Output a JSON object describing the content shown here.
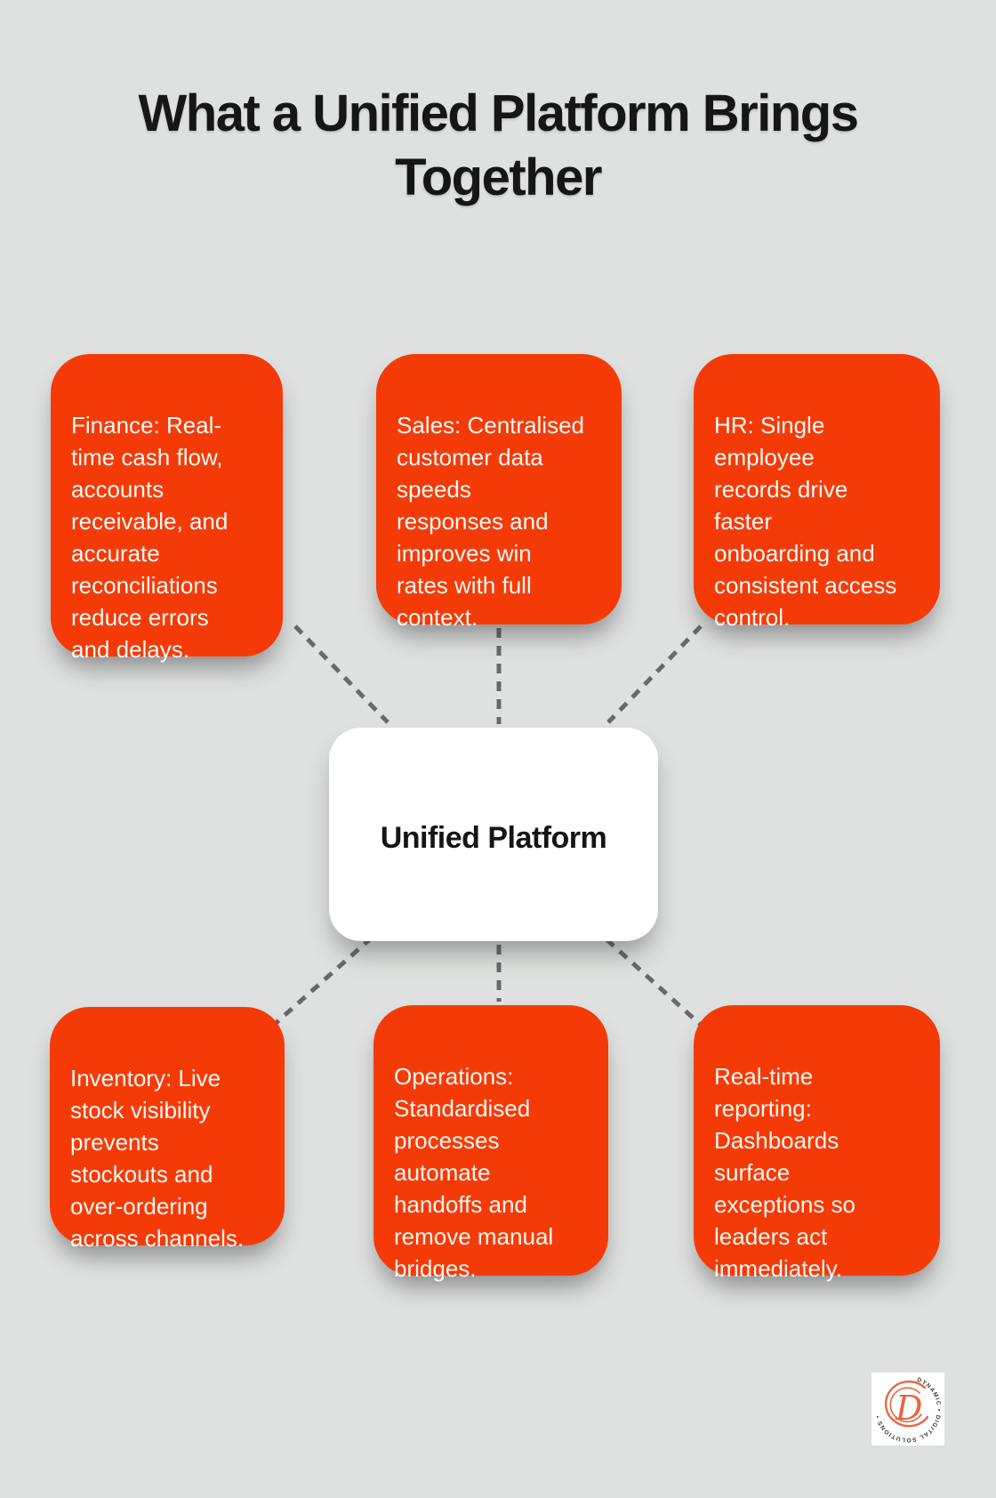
{
  "page": {
    "background": "#dfe1e0",
    "title": "What a Unified Platform Brings\nTogether"
  },
  "colors": {
    "accent_orange": "#f43b07",
    "card_text": "#fdf9f7",
    "heading_text": "#161616",
    "connector_gray": "#696969",
    "center_bg": "#ffffff",
    "logo_orange": "#e96540",
    "logo_ring_text": "#3a3a3a"
  },
  "center_node": {
    "label": "Unified Platform"
  },
  "cards": {
    "finance": {
      "text": "Finance: Real-\ntime cash flow,\naccounts\nreceivable, and\naccurate\nreconciliations\nreduce errors\nand delays."
    },
    "sales": {
      "text": "Sales: Centralised\ncustomer data\nspeeds\nresponses and\nimproves win\nrates with full\ncontext."
    },
    "hr": {
      "text": "HR: Single\nemployee\nrecords drive\nfaster\nonboarding and\nconsistent access\ncontrol."
    },
    "inventory": {
      "text": "Inventory: Live\nstock visibility\nprevents\nstockouts and\nover-ordering\nacross channels."
    },
    "operations": {
      "text": "Operations:\nStandardised\nprocesses\nautomate\nhandoffs and\nremove manual\nbridges."
    },
    "reporting": {
      "text": "Real-time\nreporting:\nDashboards\nsurface\nexceptions so\nleaders act\nimmediately."
    }
  },
  "logo": {
    "monogram": "D",
    "ring_text": "DYNAMIC • DIGITAL SOLUTIONS •"
  }
}
